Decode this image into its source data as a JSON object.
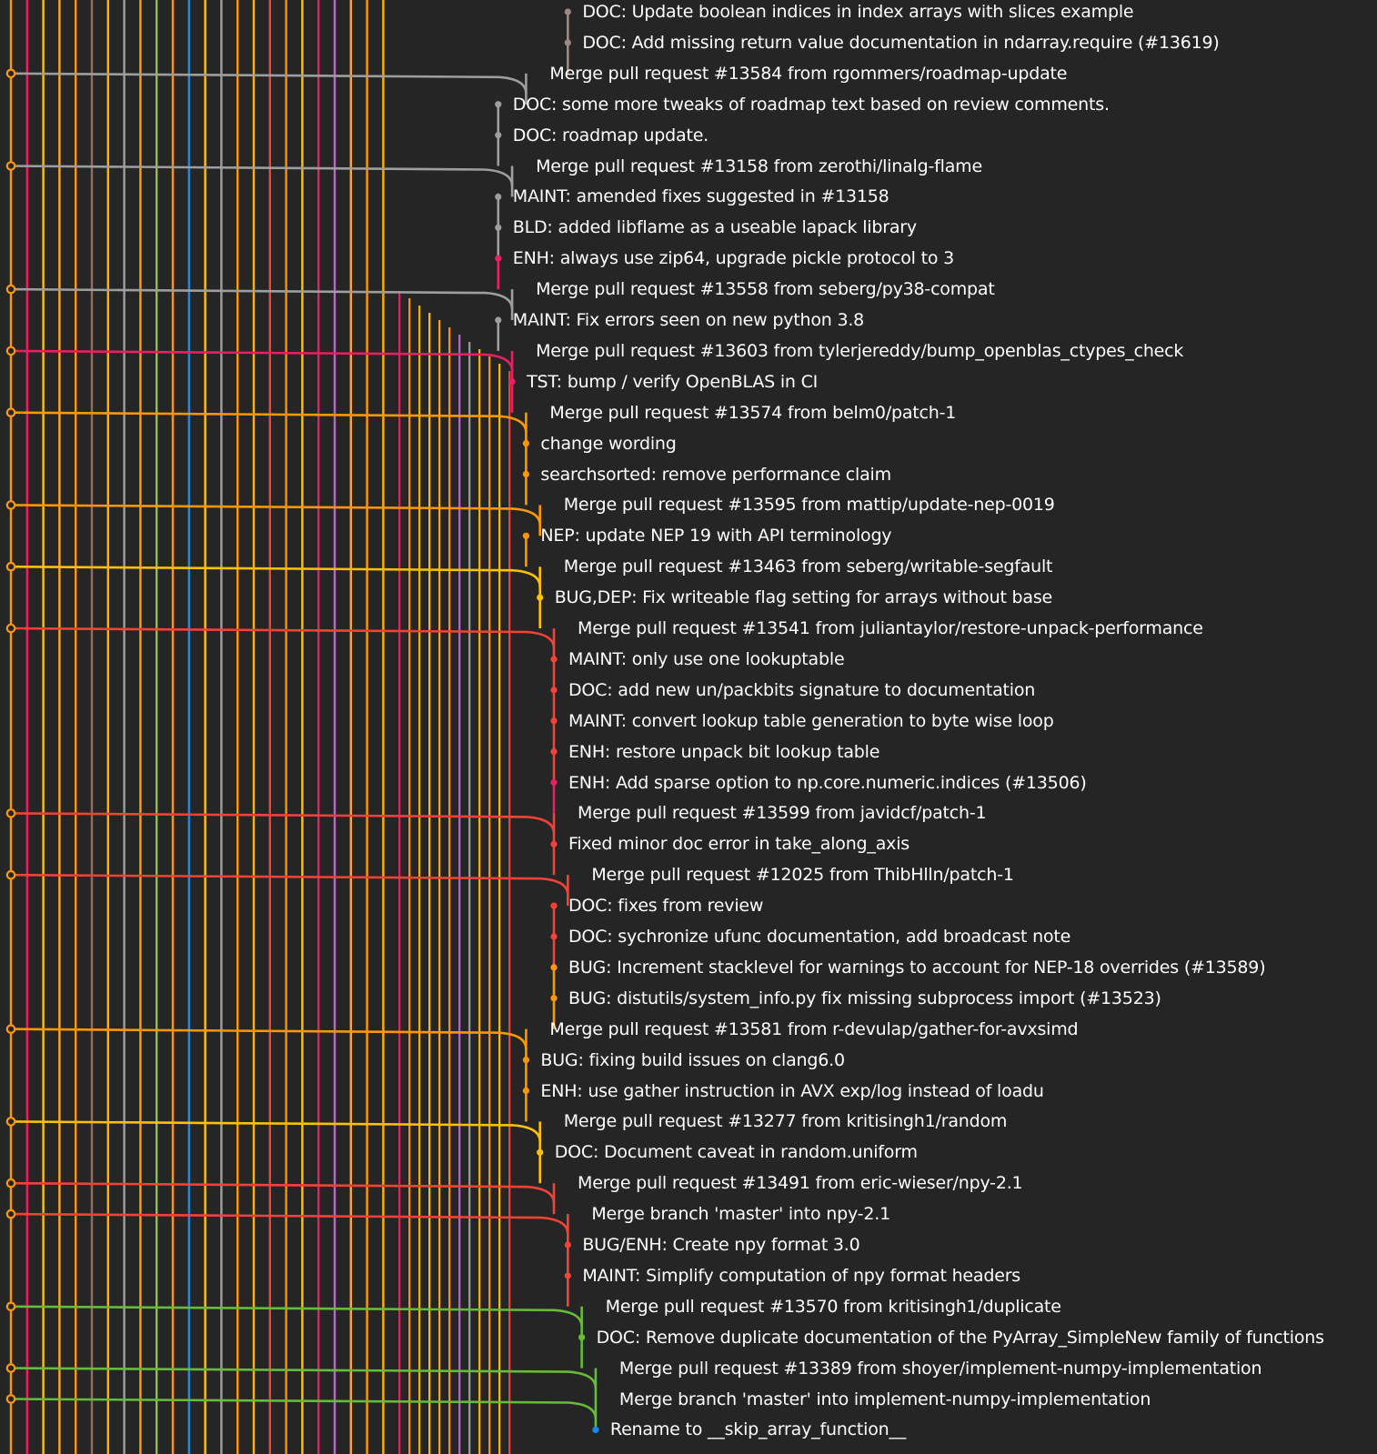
{
  "app": {
    "title": "Git Graph"
  },
  "theme": {
    "background": "#252526",
    "text": "#ffffff",
    "lane_colors": [
      "#ff9800",
      "#e91e63",
      "#ffc107",
      "#ffa726",
      "#ff9800",
      "#8d6e63",
      "#ffb300",
      "#9e9e9e",
      "#ffa000",
      "#8bc34a",
      "#ff9800",
      "#1e88e5",
      "#ffc107",
      "#9e9e9e",
      "#ff9800",
      "#ffb300",
      "#f44336",
      "#ff8f00",
      "#ffc107",
      "#e91e63",
      "#ba68c8",
      "#ffa726",
      "#ff9800",
      "#ffb300"
    ]
  },
  "commits": [
    {
      "message": "DOC: Update boolean indices in index arrays with slices example",
      "lane": 40,
      "color": "#a1887f"
    },
    {
      "message": "DOC: Add missing return value documentation in ndarray.require (#13619)",
      "lane": 40,
      "color": "#a1887f"
    },
    {
      "message": "Merge pull request #13584 from rgommers/roadmap-update",
      "lane": 37,
      "color": "#9e9e9e",
      "merge": true
    },
    {
      "message": "DOC: some more tweaks of roadmap text based on review comments.",
      "lane": 35,
      "color": "#9e9e9e"
    },
    {
      "message": "DOC: roadmap update.",
      "lane": 35,
      "color": "#9e9e9e"
    },
    {
      "message": "Merge pull request #13158 from zerothi/linalg-flame",
      "lane": 36,
      "color": "#9e9e9e",
      "merge": true
    },
    {
      "message": "MAINT: amended fixes suggested in #13158",
      "lane": 35,
      "color": "#9e9e9e"
    },
    {
      "message": "BLD: added libflame as a useable lapack library",
      "lane": 35,
      "color": "#9e9e9e"
    },
    {
      "message": "ENH: always use zip64, upgrade pickle protocol to 3",
      "lane": 35,
      "color": "#e91e63"
    },
    {
      "message": "Merge pull request #13558 from seberg/py38-compat",
      "lane": 36,
      "color": "#9e9e9e",
      "merge": true
    },
    {
      "message": "MAINT: Fix errors seen on new python 3.8",
      "lane": 35,
      "color": "#9e9e9e"
    },
    {
      "message": "Merge pull request #13603 from tylerjereddy/bump_openblas_ctypes_check",
      "lane": 36,
      "color": "#e91e63",
      "merge": true
    },
    {
      "message": "TST: bump / verify OpenBLAS in CI",
      "lane": 36,
      "color": "#e91e63"
    },
    {
      "message": "Merge pull request #13574 from belm0/patch-1",
      "lane": 37,
      "color": "#ff9800",
      "merge": true
    },
    {
      "message": "change wording",
      "lane": 37,
      "color": "#ff9800"
    },
    {
      "message": "searchsorted: remove performance claim",
      "lane": 37,
      "color": "#ff9800"
    },
    {
      "message": "Merge pull request #13595 from mattip/update-nep-0019",
      "lane": 38,
      "color": "#ff9800",
      "merge": true
    },
    {
      "message": "NEP: update NEP 19 with API terminology",
      "lane": 37,
      "color": "#ff9800"
    },
    {
      "message": "Merge pull request #13463 from seberg/writable-segfault",
      "lane": 38,
      "color": "#ffc107",
      "merge": true
    },
    {
      "message": "BUG,DEP: Fix writeable flag setting for arrays without base",
      "lane": 38,
      "color": "#ffc107"
    },
    {
      "message": "Merge pull request #13541 from juliantaylor/restore-unpack-performance",
      "lane": 39,
      "color": "#f44336",
      "merge": true
    },
    {
      "message": "MAINT: only use one lookuptable",
      "lane": 39,
      "color": "#f44336"
    },
    {
      "message": "DOC: add new un/packbits signature to documentation",
      "lane": 39,
      "color": "#f44336"
    },
    {
      "message": "MAINT: convert lookup table generation to byte wise loop",
      "lane": 39,
      "color": "#f44336"
    },
    {
      "message": "ENH: restore unpack bit lookup table",
      "lane": 39,
      "color": "#f44336"
    },
    {
      "message": "ENH: Add sparse option to np.core.numeric.indices (#13506)",
      "lane": 39,
      "color": "#e91e63"
    },
    {
      "message": "Merge pull request #13599 from javidcf/patch-1",
      "lane": 39,
      "color": "#f44336",
      "merge": true
    },
    {
      "message": "Fixed minor doc error in take_along_axis",
      "lane": 39,
      "color": "#f44336"
    },
    {
      "message": "Merge pull request #12025 from ThibHlln/patch-1",
      "lane": 40,
      "color": "#f44336",
      "merge": true
    },
    {
      "message": "DOC: fixes from review",
      "lane": 39,
      "color": "#f44336"
    },
    {
      "message": "DOC: sychronize ufunc  documentation, add broadcast note",
      "lane": 39,
      "color": "#f44336"
    },
    {
      "message": "BUG: Increment stacklevel for warnings to account for NEP-18 overrides (#13589)",
      "lane": 39,
      "color": "#ff9800"
    },
    {
      "message": "BUG: distutils/system_info.py fix missing subprocess import (#13523)",
      "lane": 39,
      "color": "#ff9800"
    },
    {
      "message": "Merge pull request #13581 from r-devulap/gather-for-avxsimd",
      "lane": 37,
      "color": "#ff9800",
      "merge": true
    },
    {
      "message": "BUG: fixing build issues on clang6.0",
      "lane": 37,
      "color": "#ff9800"
    },
    {
      "message": "ENH: use gather instruction in AVX exp/log instead of loadu",
      "lane": 37,
      "color": "#ff9800"
    },
    {
      "message": "Merge pull request #13277 from kritisingh1/random",
      "lane": 38,
      "color": "#ffc107",
      "merge": true
    },
    {
      "message": "DOC: Document caveat in random.uniform",
      "lane": 38,
      "color": "#ffc107"
    },
    {
      "message": "Merge pull request #13491 from eric-wieser/npy-2.1",
      "lane": 39,
      "color": "#f44336",
      "merge": true
    },
    {
      "message": "Merge branch 'master' into npy-2.1",
      "lane": 40,
      "color": "#f44336",
      "merge": true
    },
    {
      "message": "BUG/ENH: Create npy format 3.0",
      "lane": 40,
      "color": "#f44336"
    },
    {
      "message": "MAINT: Simplify computation of npy format headers",
      "lane": 40,
      "color": "#f44336"
    },
    {
      "message": "Merge pull request #13570 from kritisingh1/duplicate",
      "lane": 41,
      "color": "#66bb3a",
      "merge": true
    },
    {
      "message": "DOC: Remove duplicate documentation of the PyArray_SimpleNew family of functions",
      "lane": 41,
      "color": "#66bb3a"
    },
    {
      "message": "Merge pull request #13389 from shoyer/implement-numpy-implementation",
      "lane": 42,
      "color": "#66bb3a",
      "merge": true
    },
    {
      "message": "Merge branch 'master' into implement-numpy-implementation",
      "lane": 42,
      "color": "#66bb3a",
      "merge": true
    },
    {
      "message": "Rename to __skip_array_function__",
      "lane": 42,
      "color": "#1e88e5"
    }
  ]
}
